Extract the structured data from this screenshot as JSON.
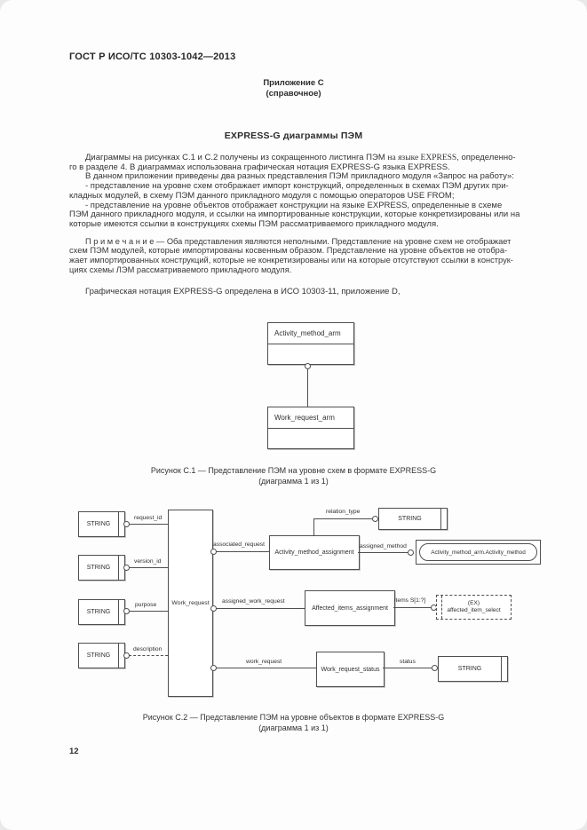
{
  "page": {
    "header": "ГОСТ Р ИСО/ТС 10303-1042—2013",
    "page_number": "12"
  },
  "appendix": {
    "title_line1": "Приложение С",
    "title_line2": "(справочное)",
    "heading": "EXPRESS-G диаграммы ПЭМ"
  },
  "paragraphs": {
    "p1_l1_pre": "Диаграммы на рисунках С.1 и С.2 получены из сокращенного листинга ПЭМ ",
    "p1_l1_serif": "на языке EXPRESS",
    "p1_l1_post": ", определенно-",
    "p1_l2": "го в разделе 4. В диаграммах использована графическая нотация EXPRESS-G языка EXPRESS.",
    "p2": "В данном приложении приведены два разных представления ПЭМ прикладного модуля «Запрос на работу»:",
    "b1_l1": "- представление на уровне схем отображает импорт конструкций, определенных в схемах ПЭМ других при-",
    "b1_l2": "кладных модулей, в схему ПЭМ данного прикладного модуля с помощью операторов USE FROM;",
    "b2_l1": "- представление на уровне объектов отображает конструкции на языке EXPRESS, определенные в схеме",
    "b2_l2": "ПЭМ данного прикладного модуля, и ссылки на импортированные конструкции, которые конкретизированы или на",
    "b2_l3": "которые имеются ссылки в конструкциях схемы ПЭМ рассматриваемого прикладного модуля.",
    "note_l1": "П р и м е ч а н и е — Оба представления являются неполными. Представление на уровне схем не отображает",
    "note_l2": "схем ПЭМ модулей, которые импортированы косвенным образом. Представление на уровне объектов не отобра-",
    "note_l3": "жает импортированных конструкций, которые не конкретизированы или на которые отсутствуют ссылки в конструк-",
    "note_l4": "циях схемы ЛЭМ рассматриваемого прикладного модуля.",
    "p3": "Графическая нотация EXPRESS-G определена в ИСО 10303-11, приложение D,"
  },
  "figure_c1": {
    "box_top": "Activity_method_arm",
    "box_bottom": "Work_request_arm",
    "caption_line1": "Рисунок С.1 — Представление ПЭМ на уровне схем в формате EXPRESS-G",
    "caption_line2": "(диаграмма 1 из 1)"
  },
  "figure_c2": {
    "string_label": "STRING",
    "entities": {
      "work_request": "Work_request",
      "activity_method_assignment": "Activity_method_assignment",
      "affected_items_assignment": "Affected_items_assignment",
      "work_request_status": "Work_request_status"
    },
    "reference": "Activity_method_arm.Activity_method",
    "select_type": {
      "line1": "(EX)",
      "line2": "affected_item_select"
    },
    "attributes": {
      "request_id": "request_id",
      "version_id": "version_id",
      "purpose": "purpose",
      "description": "description",
      "associated_request": "associated_request",
      "relation_type": "relation_type",
      "assigned_method": "assigned_method",
      "assigned_work_request": "assigned_work_request",
      "items": "items S[1:?]",
      "work_request_attr": "work_request",
      "status": "status"
    },
    "caption_line1": "Рисунок С.2 — Представление ПЭМ на уровне объектов в формате EXPRESS-G",
    "caption_line2": "(диаграмма 1 из 1)"
  }
}
